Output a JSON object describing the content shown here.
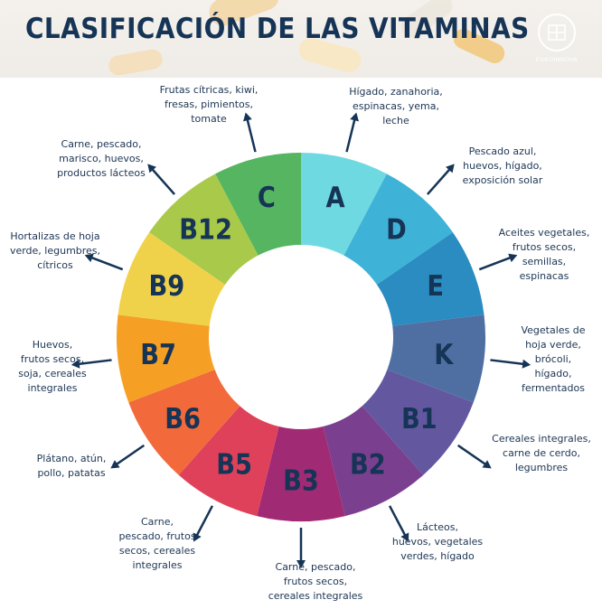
{
  "header": {
    "title": "CLASIFICACIÓN DE LAS VITAMINAS",
    "logo_text": "EUROINNOVA"
  },
  "vitamins": [
    {
      "name": "A",
      "color": "#6fd9e2",
      "foods": "Hígado, zanahoria,\nespinacas, yema,\nleche"
    },
    {
      "name": "D",
      "color": "#3fb3d7",
      "foods": "Pescado azul,\nhuevos, hígado,\nexposición solar"
    },
    {
      "name": "E",
      "color": "#2a8cc0",
      "foods": "Aceites vegetales,\nfrutos secos,\nsemillas,\nespinacas"
    },
    {
      "name": "K",
      "color": "#4f6fa3",
      "foods": "Vegetales de\nhoja verde,\nbrócoli,\nhígado,\nfermentados"
    },
    {
      "name": "B1",
      "color": "#6358a0",
      "foods": "Cereales integrales,\ncarne de cerdo,\nlegumbres"
    },
    {
      "name": "B2",
      "color": "#7b3f8f",
      "foods": "Lácteos,\nhuevos, vegetales\nverdes, hígado"
    },
    {
      "name": "B3",
      "color": "#a02a74",
      "foods": "Carne, pescado,\nfrutos secos,\ncereales integrales"
    },
    {
      "name": "B5",
      "color": "#e0415a",
      "foods": "Carne,\npescado, frutos\nsecos, cereales\nintegrales"
    },
    {
      "name": "B6",
      "color": "#f26a3c",
      "foods": "Plátano, atún,\npollo, patatas"
    },
    {
      "name": "B7",
      "color": "#f5a024",
      "foods": "Huevos,\nfrutos secos,\nsoja, cereales\nintegrales"
    },
    {
      "name": "B9",
      "color": "#f0d24a",
      "foods": "Hortalizas de hoja\nverde, legumbres,\ncítricos"
    },
    {
      "name": "B12",
      "color": "#a9c94a",
      "foods": "Carne, pescado,\nmarisco, huevos,\nproductos lácteos"
    },
    {
      "name": "C",
      "color": "#55b560",
      "foods": "Frutas cítricas, kiwi,\nfresas, pimientos,\ntomate"
    }
  ],
  "colors": {
    "title": "#163456",
    "text": "#1d3554",
    "arrow": "#163456",
    "segment_label": "#163456"
  }
}
